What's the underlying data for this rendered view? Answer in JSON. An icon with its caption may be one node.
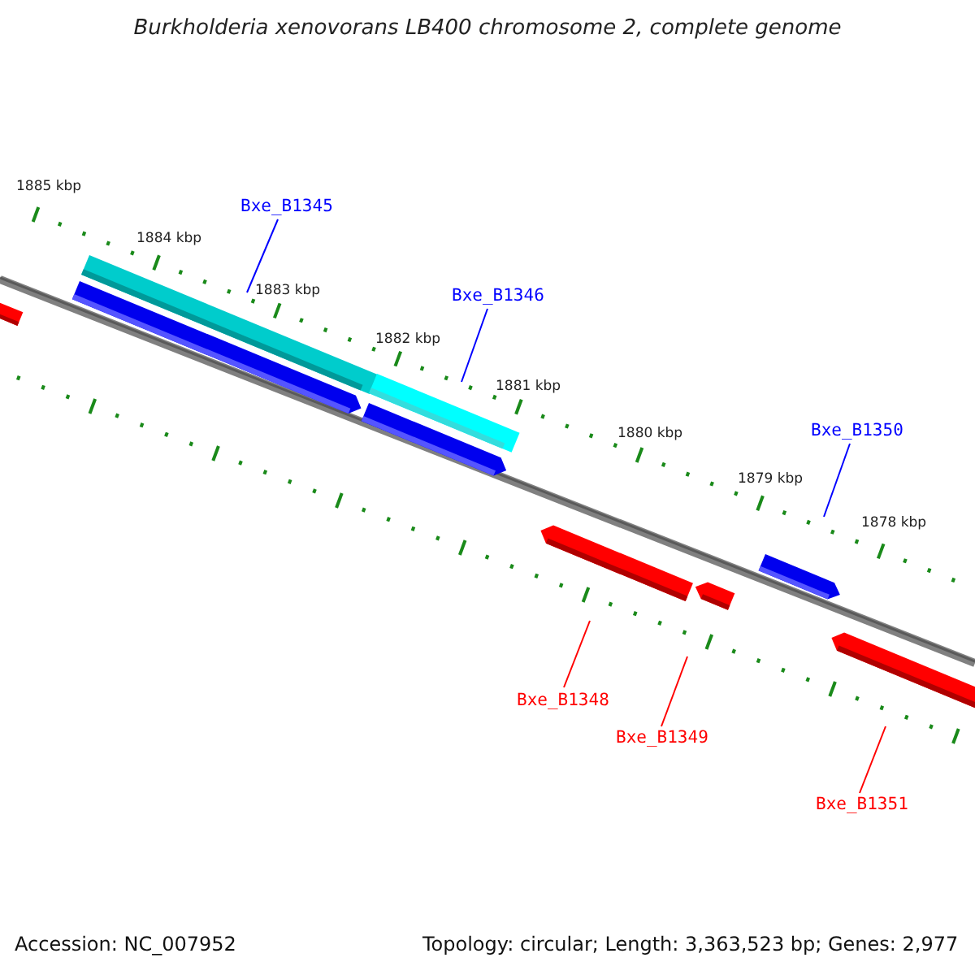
{
  "diagram": {
    "title": "Burkholderia xenovorans LB400 chromosome 2, complete genome",
    "nodes": [
      {
        "text": [
          "Bxe_B1345"
        ]
      },
      {
        "text": [
          "Bxe_B1346"
        ]
      },
      {
        "text": [
          "Bxe_B1350"
        ]
      },
      {
        "text": [
          "Bxe_B1348"
        ]
      },
      {
        "text": [
          "Bxe_B1349"
        ]
      },
      {
        "text": [
          "Bxe_B1351"
        ]
      },
      {
        "text": [],
        "shape": "bar"
      },
      {
        "text": [],
        "shape": "bar"
      },
      {
        "text": [],
        "shape": "bar"
      },
      {
        "text": [],
        "shape": "bar"
      },
      {
        "text": [],
        "shape": "bar"
      },
      {
        "text": [],
        "shape": "bar"
      },
      {
        "text": [],
        "shape": "bar"
      },
      {
        "text": [],
        "shape": "bar"
      },
      {
        "text": [],
        "shape": "bar"
      }
    ],
    "edges": [
      {
        "from": 0,
        "to": 7,
        "arrow": "none",
        "color": "#0000ff"
      },
      {
        "from": 1,
        "to": 9,
        "arrow": "none",
        "color": "#0000ff"
      },
      {
        "from": 2,
        "to": 11,
        "arrow": "none",
        "color": "#0000ff"
      },
      {
        "from": 3,
        "to": 12,
        "arrow": "none",
        "color": "#ff0000"
      },
      {
        "from": 4,
        "to": 13,
        "arrow": "none",
        "color": "#ff0000"
      },
      {
        "from": 5,
        "to": 14,
        "arrow": "none",
        "color": "#ff0000"
      }
    ],
    "labels": [
      "1885 kbp",
      "1884 kbp",
      "1883 kbp",
      "1882 kbp",
      "1881 kbp",
      "1880 kbp",
      "1879 kbp",
      "1878 kbp",
      "Accession: NC_007952",
      "Topology: circular; Length: 3,363,523 bp; Genes: 2,977"
    ]
  }
}
